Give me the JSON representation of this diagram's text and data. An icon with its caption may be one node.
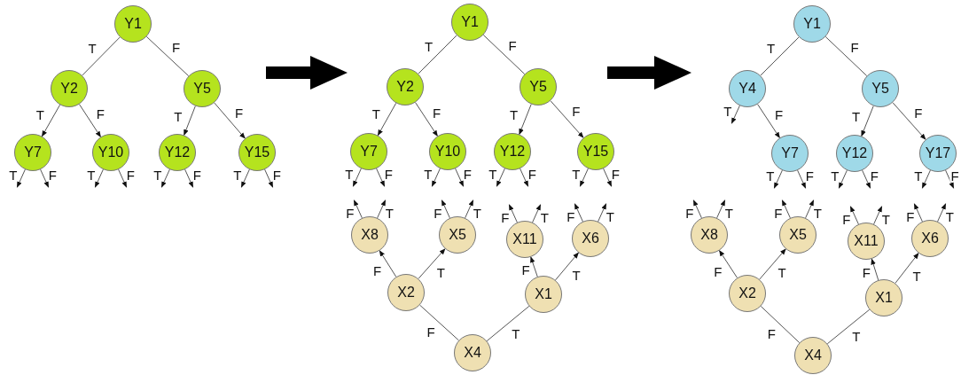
{
  "diagram": {
    "nodes": [
      {
        "text": [
          "Y1"
        ]
      },
      {
        "text": [
          "Y2"
        ]
      },
      {
        "text": [
          "Y5"
        ]
      },
      {
        "text": [
          "Y7"
        ]
      },
      {
        "text": [
          "Y10"
        ]
      },
      {
        "text": [
          "Y12"
        ]
      },
      {
        "text": [
          "Y15"
        ]
      },
      {
        "text": [
          "Y1"
        ]
      },
      {
        "text": [
          "Y2"
        ]
      },
      {
        "text": [
          "Y5"
        ]
      },
      {
        "text": [
          "Y7"
        ]
      },
      {
        "text": [
          "Y10"
        ]
      },
      {
        "text": [
          "Y12"
        ]
      },
      {
        "text": [
          "Y15"
        ]
      },
      {
        "text": [
          "X8"
        ]
      },
      {
        "text": [
          "X5"
        ]
      },
      {
        "text": [
          "X11"
        ]
      },
      {
        "text": [
          "X6"
        ]
      },
      {
        "text": [
          "X2"
        ]
      },
      {
        "text": [
          "X1"
        ]
      },
      {
        "text": [
          "X4"
        ]
      },
      {
        "text": [
          "Y1"
        ]
      },
      {
        "text": [
          "Y4"
        ]
      },
      {
        "text": [
          "Y5"
        ]
      },
      {
        "text": [
          "Y7"
        ]
      },
      {
        "text": [
          "Y12"
        ]
      },
      {
        "text": [
          "Y17"
        ]
      },
      {
        "text": [
          "X8"
        ]
      },
      {
        "text": [
          "X5"
        ]
      },
      {
        "text": [
          "X11"
        ]
      },
      {
        "text": [
          "X6"
        ]
      },
      {
        "text": [
          "X2"
        ]
      },
      {
        "text": [
          "X1"
        ]
      },
      {
        "text": [
          "X4"
        ]
      }
    ],
    "edges": [
      {
        "from": 0,
        "to": 1,
        "arrow": "none",
        "label": "T"
      },
      {
        "from": 0,
        "to": 2,
        "arrow": "none",
        "label": "F"
      },
      {
        "from": 1,
        "to": 3,
        "arrow": "to",
        "label": "T"
      },
      {
        "from": 1,
        "to": 4,
        "arrow": "to",
        "label": "F"
      },
      {
        "from": 2,
        "to": 5,
        "arrow": "to",
        "label": "T"
      },
      {
        "from": 2,
        "to": 6,
        "arrow": "to",
        "label": "F"
      },
      {
        "from": 3,
        "to": null,
        "arrow": "to",
        "label": "T"
      },
      {
        "from": 3,
        "to": null,
        "arrow": "to",
        "label": "F"
      },
      {
        "from": 4,
        "to": null,
        "arrow": "to",
        "label": "T"
      },
      {
        "from": 4,
        "to": null,
        "arrow": "to",
        "label": "F"
      },
      {
        "from": 5,
        "to": null,
        "arrow": "to",
        "label": "T"
      },
      {
        "from": 5,
        "to": null,
        "arrow": "to",
        "label": "F"
      },
      {
        "from": 6,
        "to": null,
        "arrow": "to",
        "label": "T"
      },
      {
        "from": 6,
        "to": null,
        "arrow": "to",
        "label": "F"
      },
      {
        "from": 7,
        "to": 8,
        "arrow": "none",
        "label": "T"
      },
      {
        "from": 7,
        "to": 9,
        "arrow": "none",
        "label": "F"
      },
      {
        "from": 8,
        "to": 10,
        "arrow": "to",
        "label": "T"
      },
      {
        "from": 8,
        "to": 11,
        "arrow": "to",
        "label": "F"
      },
      {
        "from": 9,
        "to": 12,
        "arrow": "to",
        "label": "T"
      },
      {
        "from": 9,
        "to": 13,
        "arrow": "to",
        "label": "F"
      },
      {
        "from": 10,
        "to": null,
        "arrow": "to",
        "label": "T"
      },
      {
        "from": 10,
        "to": null,
        "arrow": "to",
        "label": "F"
      },
      {
        "from": 11,
        "to": null,
        "arrow": "to",
        "label": "T"
      },
      {
        "from": 11,
        "to": null,
        "arrow": "to",
        "label": "F"
      },
      {
        "from": 12,
        "to": null,
        "arrow": "to",
        "label": "T"
      },
      {
        "from": 12,
        "to": null,
        "arrow": "to",
        "label": "F"
      },
      {
        "from": 13,
        "to": null,
        "arrow": "to",
        "label": "T"
      },
      {
        "from": 13,
        "to": null,
        "arrow": "to",
        "label": "F"
      },
      {
        "from": 20,
        "to": 18,
        "arrow": "none",
        "label": "F"
      },
      {
        "from": 20,
        "to": 19,
        "arrow": "none",
        "label": "T"
      },
      {
        "from": 18,
        "to": 14,
        "arrow": "to",
        "label": "F"
      },
      {
        "from": 18,
        "to": 15,
        "arrow": "to",
        "label": "T"
      },
      {
        "from": 19,
        "to": 16,
        "arrow": "to",
        "label": "F"
      },
      {
        "from": 19,
        "to": 17,
        "arrow": "to",
        "label": "T"
      },
      {
        "from": 14,
        "to": null,
        "arrow": "to",
        "label": "F"
      },
      {
        "from": 14,
        "to": null,
        "arrow": "to",
        "label": "T"
      },
      {
        "from": 15,
        "to": null,
        "arrow": "to",
        "label": "F"
      },
      {
        "from": 15,
        "to": null,
        "arrow": "to",
        "label": "T"
      },
      {
        "from": 16,
        "to": null,
        "arrow": "to",
        "label": "F"
      },
      {
        "from": 16,
        "to": null,
        "arrow": "to",
        "label": "T"
      },
      {
        "from": 17,
        "to": null,
        "arrow": "to",
        "label": "F"
      },
      {
        "from": 17,
        "to": null,
        "arrow": "to",
        "label": "T"
      },
      {
        "from": 21,
        "to": 22,
        "arrow": "none",
        "label": "T"
      },
      {
        "from": 21,
        "to": 23,
        "arrow": "none",
        "label": "F"
      },
      {
        "from": 22,
        "to": null,
        "arrow": "to",
        "label": "T"
      },
      {
        "from": 22,
        "to": 24,
        "arrow": "to",
        "label": "F"
      },
      {
        "from": 23,
        "to": 25,
        "arrow": "to",
        "label": "T"
      },
      {
        "from": 23,
        "to": 26,
        "arrow": "to",
        "label": "F"
      },
      {
        "from": 24,
        "to": null,
        "arrow": "to",
        "label": "T"
      },
      {
        "from": 24,
        "to": null,
        "arrow": "to",
        "label": "F"
      },
      {
        "from": 25,
        "to": null,
        "arrow": "to",
        "label": "T"
      },
      {
        "from": 25,
        "to": null,
        "arrow": "to",
        "label": "F"
      },
      {
        "from": 26,
        "to": null,
        "arrow": "to",
        "label": "T"
      },
      {
        "from": 26,
        "to": null,
        "arrow": "to",
        "label": "F"
      },
      {
        "from": 33,
        "to": 31,
        "arrow": "none",
        "label": "F"
      },
      {
        "from": 33,
        "to": 32,
        "arrow": "none",
        "label": "T"
      },
      {
        "from": 31,
        "to": 27,
        "arrow": "to",
        "label": "F"
      },
      {
        "from": 31,
        "to": 28,
        "arrow": "to",
        "label": "T"
      },
      {
        "from": 32,
        "to": 29,
        "arrow": "to",
        "label": "F"
      },
      {
        "from": 32,
        "to": 30,
        "arrow": "to",
        "label": "T"
      },
      {
        "from": 27,
        "to": null,
        "arrow": "to",
        "label": "F"
      },
      {
        "from": 27,
        "to": null,
        "arrow": "to",
        "label": "T"
      },
      {
        "from": 28,
        "to": null,
        "arrow": "to",
        "label": "F"
      },
      {
        "from": 28,
        "to": null,
        "arrow": "to",
        "label": "T"
      },
      {
        "from": 29,
        "to": null,
        "arrow": "to",
        "label": "F"
      },
      {
        "from": 29,
        "to": null,
        "arrow": "to",
        "label": "T"
      },
      {
        "from": 30,
        "to": null,
        "arrow": "to",
        "label": "F"
      },
      {
        "from": 30,
        "to": null,
        "arrow": "to",
        "label": "T"
      }
    ]
  }
}
